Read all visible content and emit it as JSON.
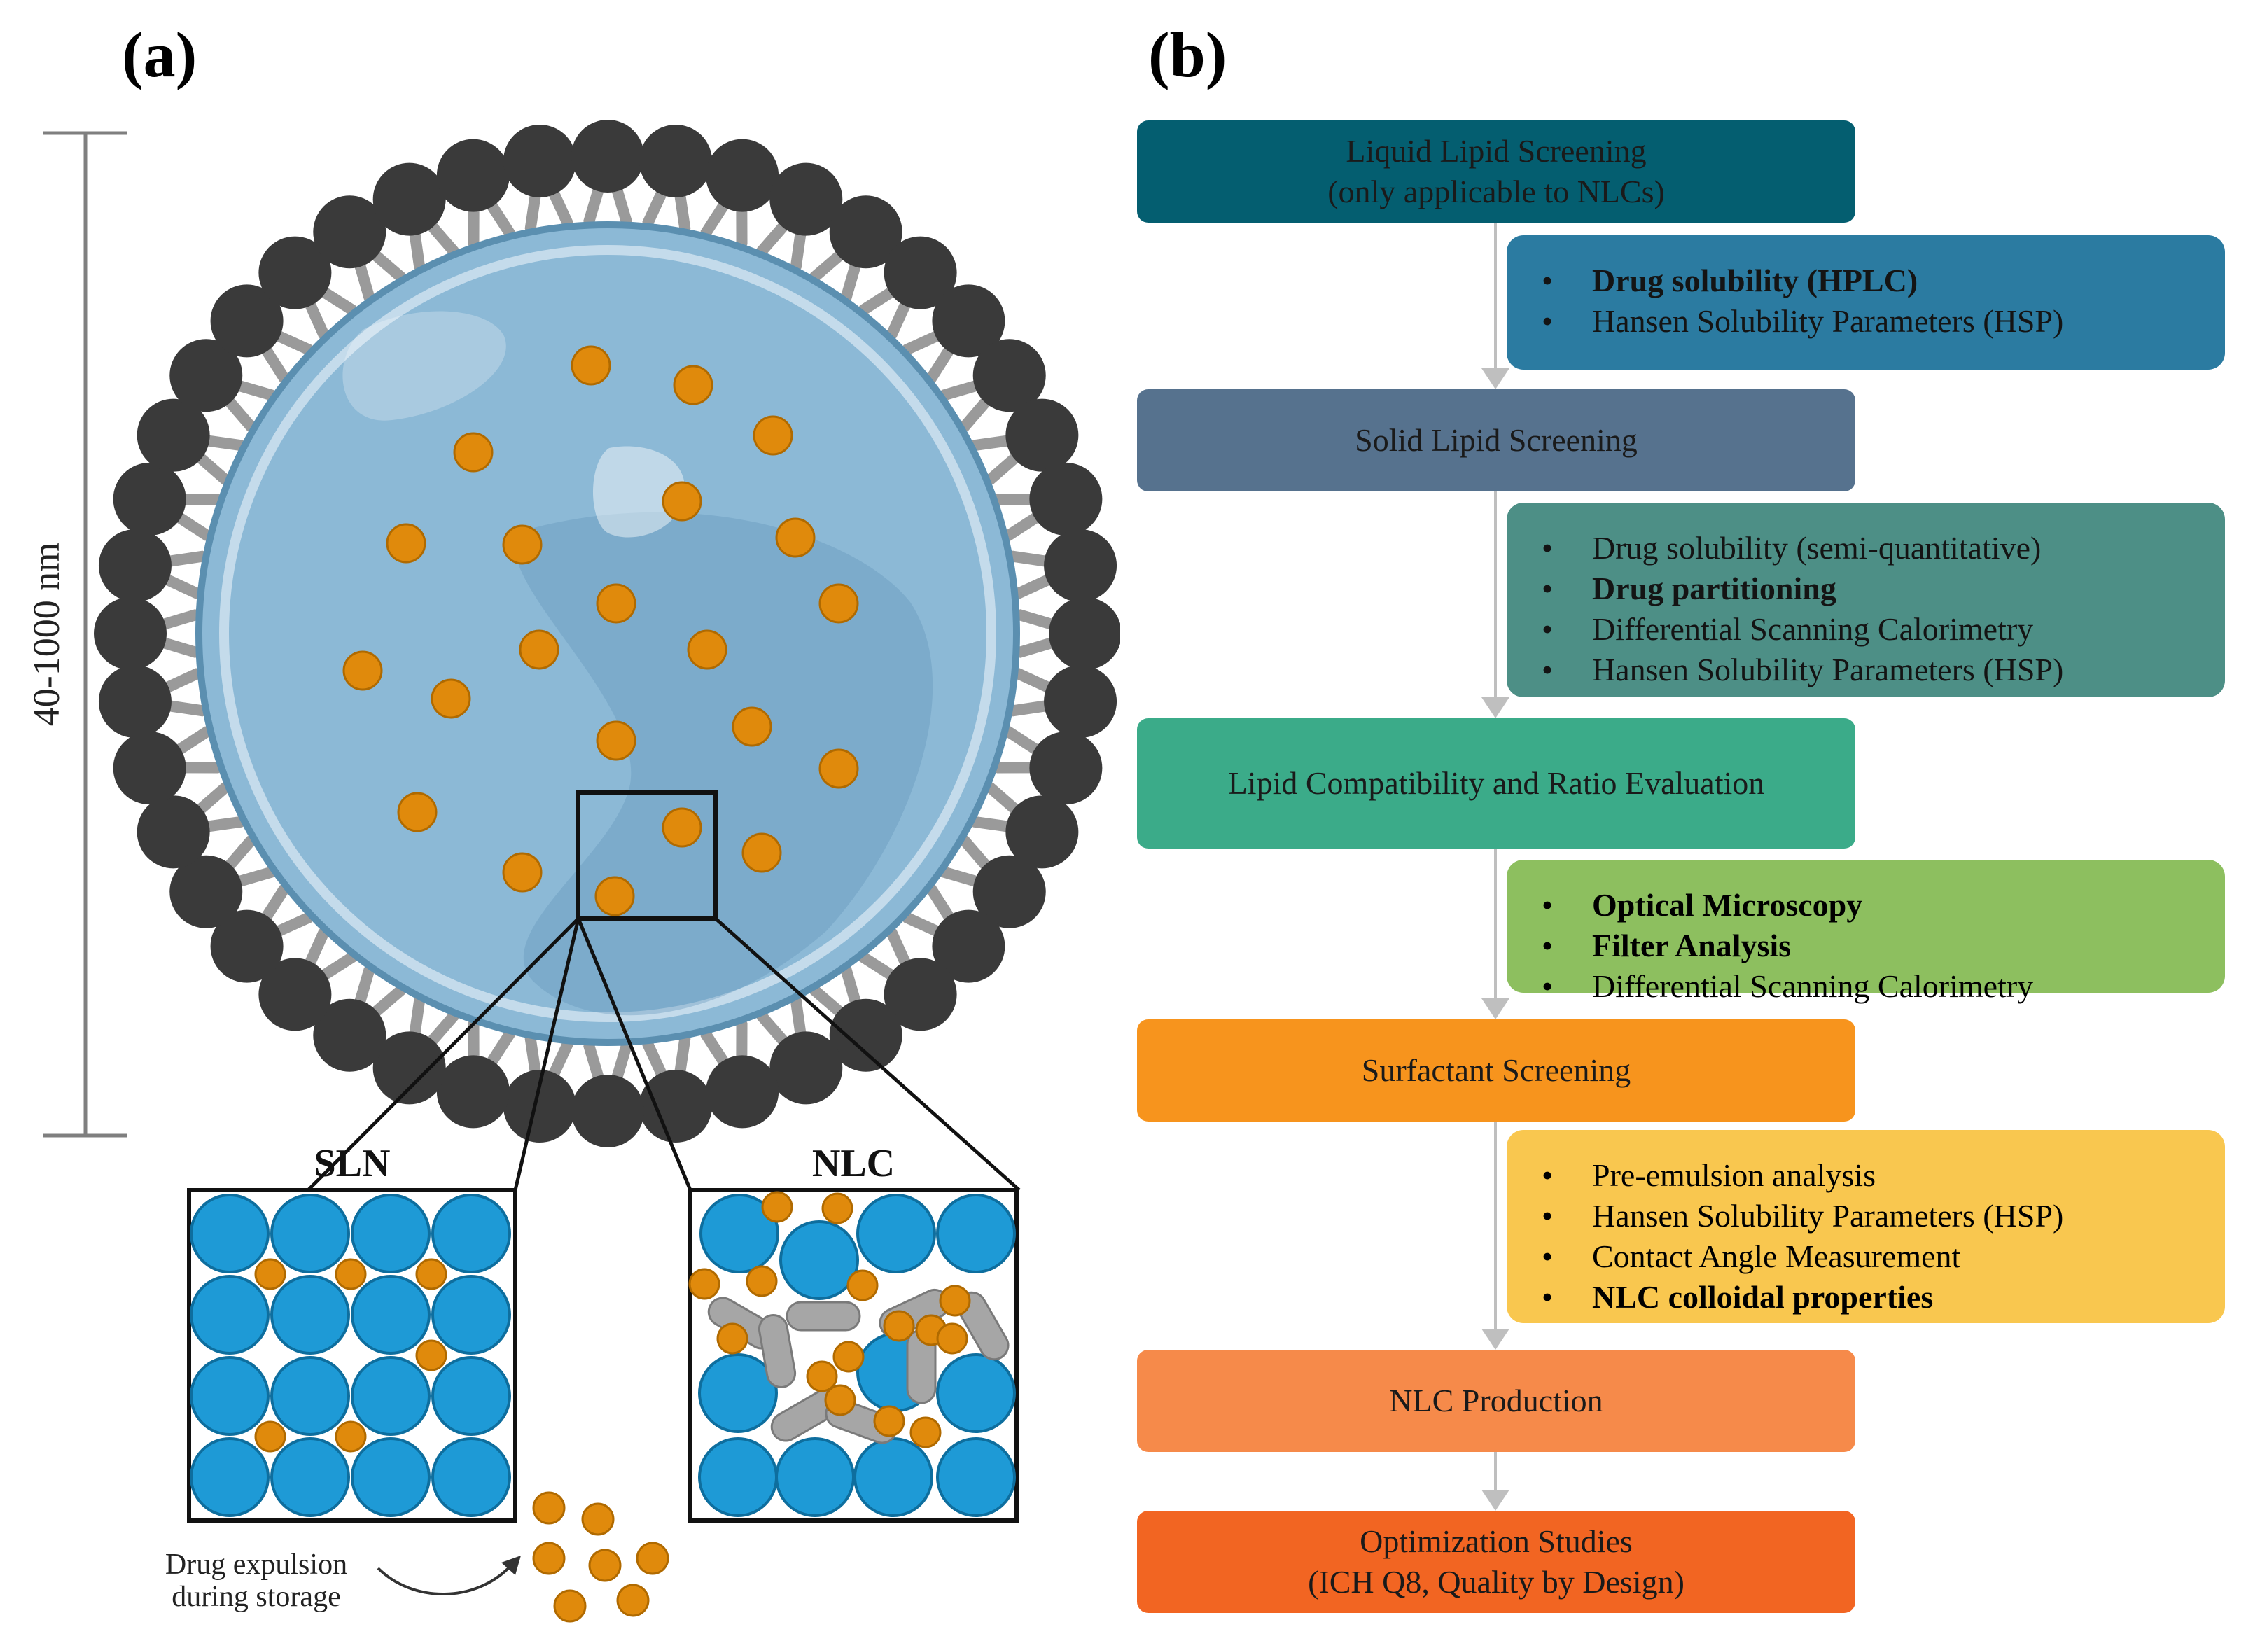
{
  "panel_a": {
    "label": "(a)",
    "size_scale": "40-1000 nm",
    "sln_label": "SLN",
    "nlc_label": "NLC",
    "expulsion_caption_line1": "Drug expulsion",
    "expulsion_caption_line2": "during storage"
  },
  "panel_b": {
    "label": "(b)",
    "steps": [
      {
        "text": "Liquid Lipid Screening\n(only applicable to NLCs)",
        "bg": "#045e70",
        "fg": "#ffffff"
      },
      {
        "text": "Solid Lipid Screening",
        "bg": "#56728e",
        "fg": "#ffffff"
      },
      {
        "text": "Lipid Compatibility and Ratio Evaluation",
        "bg": "#3bab89",
        "fg": "#ffffff"
      },
      {
        "text": "Surfactant Screening",
        "bg": "#f7941d",
        "fg": "#ffffff"
      },
      {
        "text": "NLC Production",
        "bg": "#f68a4a",
        "fg": "#ffffff"
      },
      {
        "text": "Optimization Studies\n(ICH Q8, Quality by Design)",
        "bg": "#f26522",
        "fg": "#ffffff"
      }
    ],
    "details": [
      {
        "bg": "#2b7ba1",
        "fg": "#ffffff",
        "items": [
          {
            "text": "Drug solubility  (HPLC)",
            "bold": true
          },
          {
            "text": "Hansen Solubility Parameters (HSP)",
            "bold": false
          }
        ]
      },
      {
        "bg": "#4d8f86",
        "fg": "#ffffff",
        "items": [
          {
            "text": "Drug solubility (semi-quantitative)",
            "bold": false
          },
          {
            "text": "Drug partitioning",
            "bold": true
          },
          {
            "text": "Differential Scanning Calorimetry",
            "bold": false
          },
          {
            "text": "Hansen Solubility Parameters (HSP)",
            "bold": false
          }
        ]
      },
      {
        "bg": "#8dbf5f",
        "fg": "#000000",
        "items": [
          {
            "text": "Optical Microscopy",
            "bold": true
          },
          {
            "text": "Filter Analysis",
            "bold": true
          },
          {
            "text": "Differential Scanning Calorimetry",
            "bold": false
          }
        ]
      },
      {
        "bg": "#f9c74f",
        "fg": "#000000",
        "items": [
          {
            "text": "Pre-emulsion analysis",
            "bold": false
          },
          {
            "text": "Hansen Solubility Parameters (HSP)",
            "bold": false
          },
          {
            "text": "Contact Angle Measurement",
            "bold": false
          },
          {
            "text": "NLC colloidal properties",
            "bold": true
          }
        ]
      }
    ],
    "bullet": "•"
  },
  "colors": {
    "head_group": "#3a3a3a",
    "tail": "#9a9a9a",
    "core": "#8cb9d6",
    "core_edge": "#5b8fb0",
    "drug": "#e08a0c",
    "lipid_blue": "#1e9ad6",
    "liquid_lipid_grey": "#a6a6a6"
  }
}
